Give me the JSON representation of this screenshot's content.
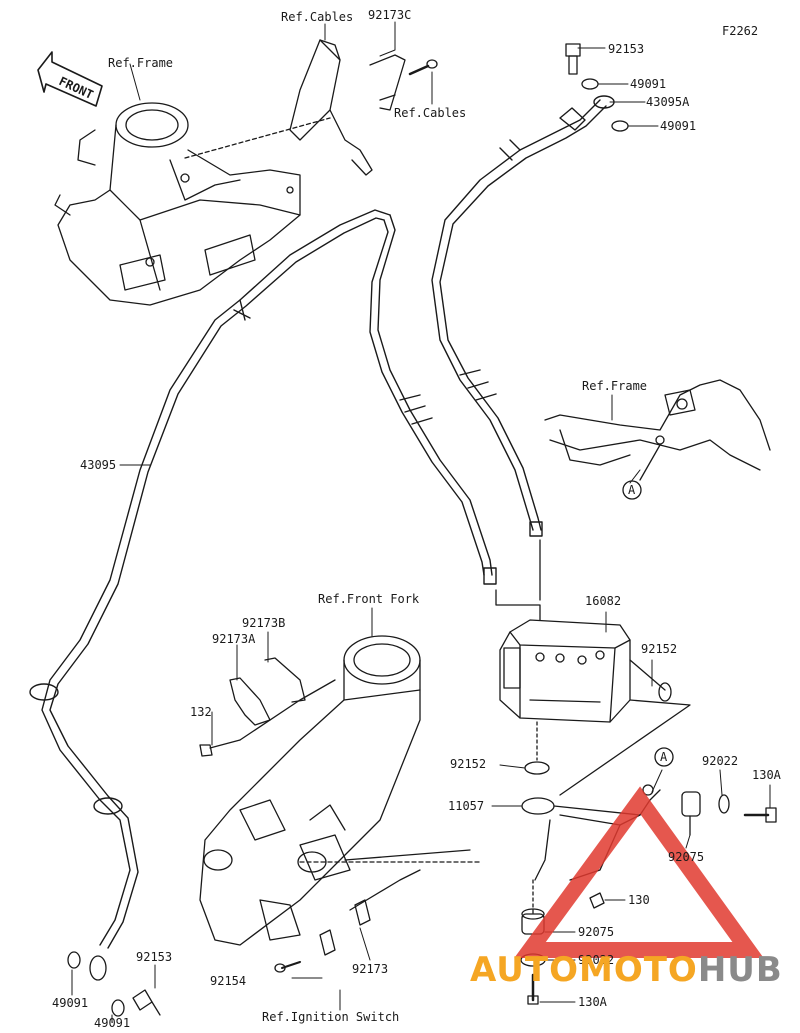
{
  "figure_code": "F2262",
  "front_label": "FRONT",
  "callouts": {
    "ref_frame_top": "Ref.Frame",
    "ref_cables_top": "Ref.Cables",
    "p92173C": "92173C",
    "ref_cables_mid": "Ref.Cables",
    "p92153_top": "92153",
    "p49091_a": "49091",
    "p43095A": "43095A",
    "p49091_b": "49091",
    "p43095": "43095",
    "ref_frame_right": "Ref.Frame",
    "marker_a_frame": "A",
    "ref_front_fork": "Ref.Front Fork",
    "p16082": "16082",
    "p92152_r": "92152",
    "p92173B": "92173B",
    "p92173A": "92173A",
    "p132": "132",
    "p92152_l": "92152",
    "p11057": "11057",
    "marker_a_bracket": "A",
    "p92022_r": "92022",
    "p130A_r": "130A",
    "p92075_r": "92075",
    "p130": "130",
    "p92075_b": "92075",
    "p92022_b": "92022",
    "p130A_b": "130A",
    "p92153_bot": "92153",
    "p49091_c": "49091",
    "p49091_d": "49091",
    "p92154": "92154",
    "p92173": "92173",
    "ref_ignition": "Ref.Ignition Switch"
  },
  "watermark": {
    "part1": "AUTO",
    "part2": "MOTO",
    "part3": "HUB"
  },
  "colors": {
    "line": "#1a1a1a",
    "watermark_red": "#e03a2f",
    "watermark_orange": "#f5a623",
    "watermark_gray": "#8a8a8a"
  }
}
